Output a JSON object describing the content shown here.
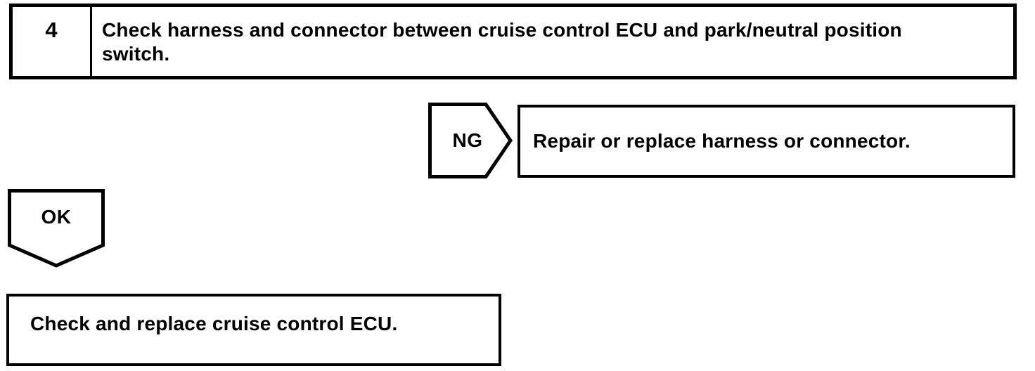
{
  "document": {
    "background_color": "#ffffff",
    "ink_color": "#000000"
  },
  "step_box": {
    "number": "4",
    "instruction": "Check harness and connector between cruise control ECU and park/neutral position switch."
  },
  "ng_branch": {
    "connector_label": "NG",
    "result": "Repair or replace harness or connector."
  },
  "ok_branch": {
    "connector_label": "OK",
    "result": "Check and replace cruise control ECU."
  }
}
